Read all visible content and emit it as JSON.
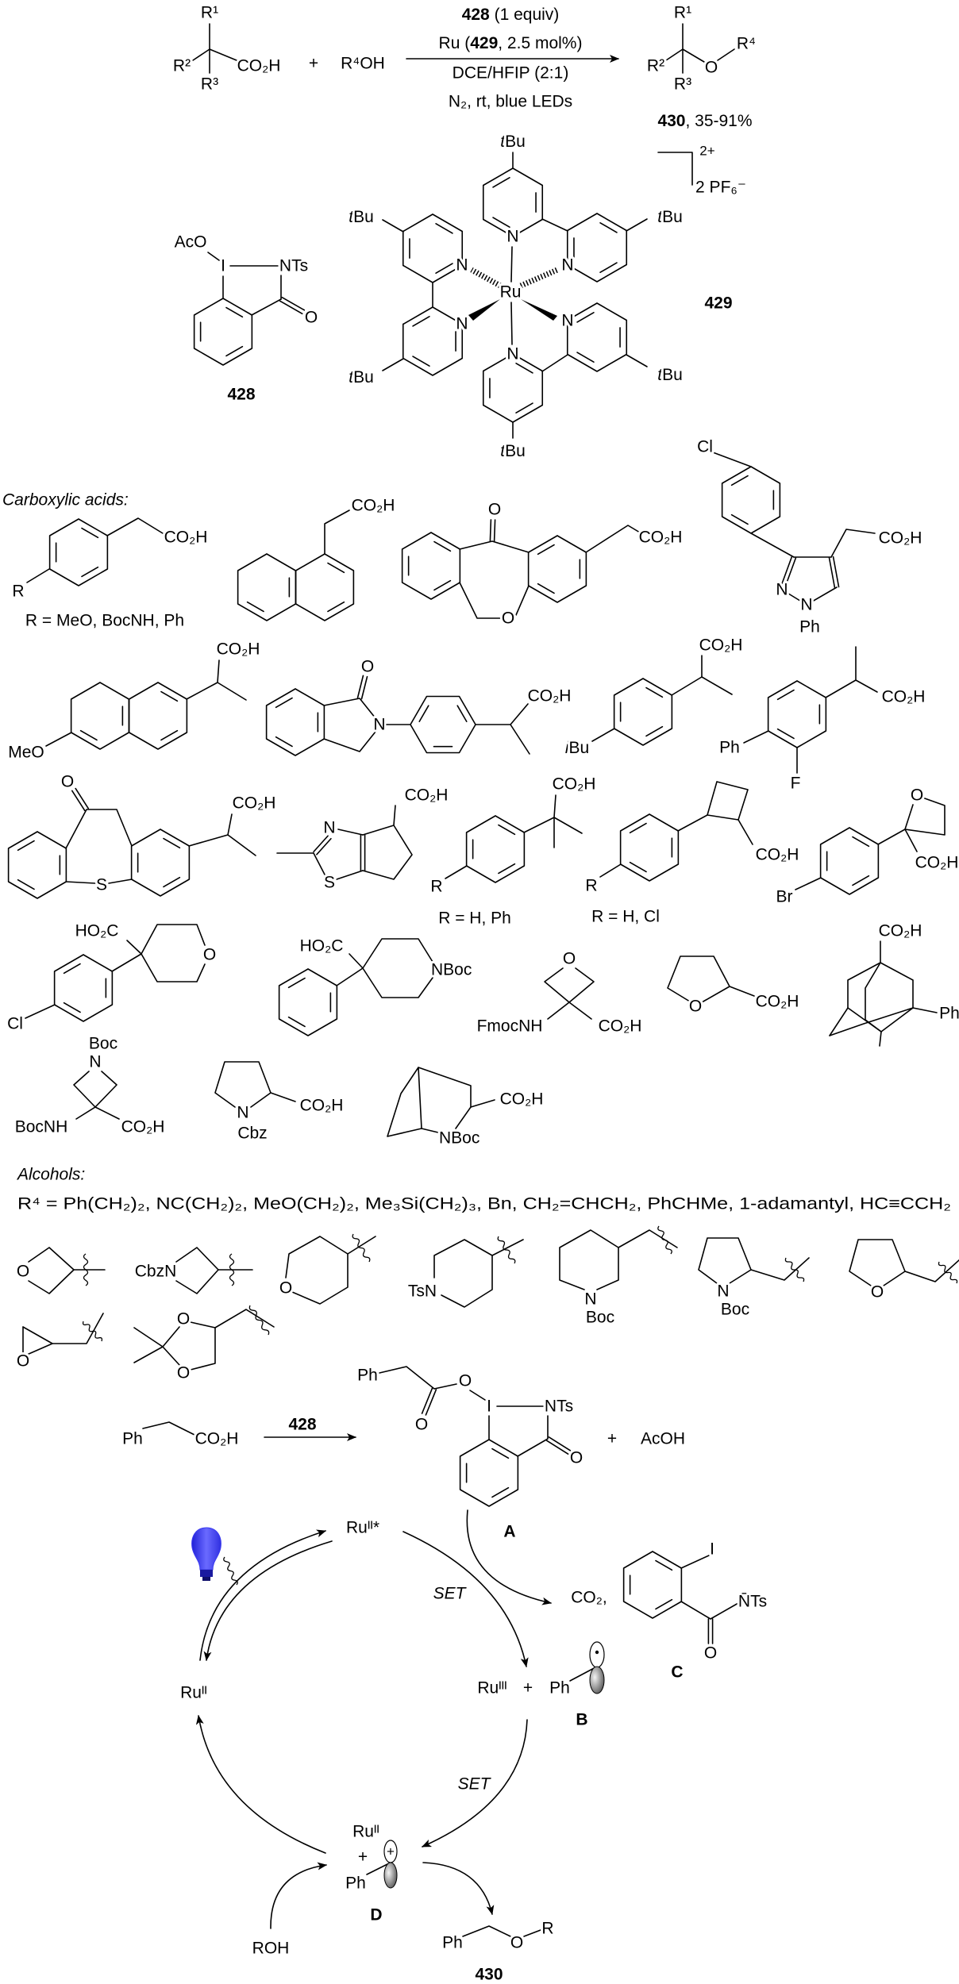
{
  "reaction": {
    "r1": "R¹",
    "r2": "R²",
    "r3": "R³",
    "acid": "CO₂H",
    "plus": "+",
    "alcohol": "R⁴OH",
    "cond1_bold": "428",
    "cond1_rest": " (1 equiv)",
    "cond2_a": "Ru (",
    "cond2_bold": "429",
    "cond2_c": ", 2.5 mol%)",
    "cond3": "DCE/HFIP (2:1)",
    "cond4": "N₂, rt, blue LEDs",
    "product_o": "O",
    "product_r4": "R⁴",
    "product_label": "430",
    "product_yield": ", 35-91%"
  },
  "reagent_428": {
    "aco": "AcO",
    "i": "I",
    "nts": "NTs",
    "o": "O",
    "label": "428"
  },
  "catalyst_429": {
    "charge": "2+",
    "counterion": "2 PF₆⁻",
    "metal": "Ru",
    "n": "N",
    "tbu_t": "t",
    "tbu_bu": "Bu",
    "label": "429"
  },
  "acids": {
    "title": "Carboxylic acids:",
    "co2h": "CO₂H",
    "ho2c": "HO₂C",
    "o": "O",
    "n": "N",
    "s": "S",
    "r": "R",
    "r_def_1": "R = MeO, BocNH, Ph",
    "r_def_2": "R = H, Ph",
    "r_def_3": "R = H, Cl",
    "cl": "Cl",
    "br": "Br",
    "f": "F",
    "ph": "Ph",
    "meo": "MeO",
    "ibu_i": "i",
    "ibu_bu": "Bu",
    "nboc": "NBoc",
    "fmocnh": "FmocNH",
    "bocnh": "BocNH",
    "boc": "Boc",
    "cbz": "Cbz"
  },
  "alcohols": {
    "title": "Alcohols:",
    "r4_list": "R⁴ = Ph(CH₂)₂, NC(CH₂)₂, MeO(CH₂)₂, Me₃Si(CH₂)₃, Bn, CH₂=CHCH₂, PhCHMe, 1-adamantyl, HC≡CCH₂",
    "o": "O",
    "cbzn": "CbzN",
    "tsn": "TsN",
    "n": "N",
    "boc": "Boc"
  },
  "mechanism": {
    "ph": "Ph",
    "co2h": "CO₂H",
    "reagent": "428",
    "o": "O",
    "i": "I",
    "nts": "NTs",
    "plus": "+",
    "acoh": "AcOH",
    "label_a": "A",
    "ru2_star": "Ruᴵᴵ*",
    "ru2": "Ruᴵᴵ",
    "ru3": "Ruᴵᴵᴵ",
    "set": "SET",
    "co2": "CO₂,",
    "nts_anion": "N̄Ts",
    "label_b": "B",
    "label_c": "C",
    "label_d": "D",
    "roh": "ROH",
    "r": "R",
    "product_label": "430",
    "light_color": "#3a3af0"
  }
}
